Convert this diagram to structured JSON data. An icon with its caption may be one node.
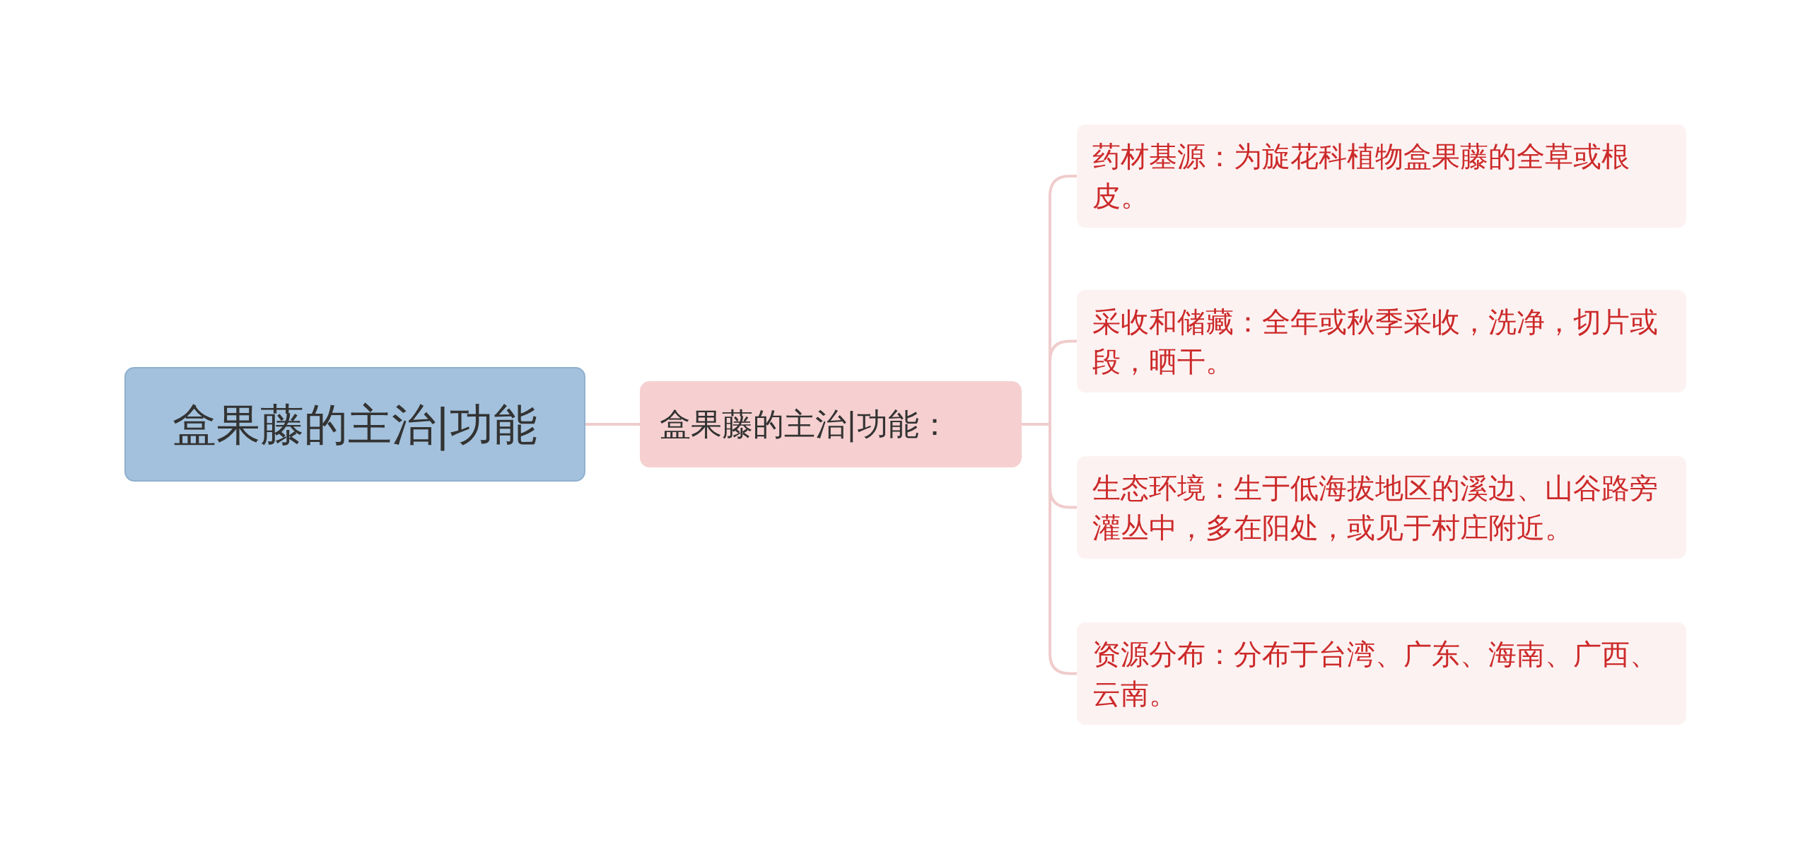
{
  "diagram": {
    "nodes": [
      {
        "text": [
          "盒果藤的主治|功能"
        ]
      },
      {
        "text": [
          "盒果藤的主治|功能："
        ]
      },
      {
        "text": [
          "药材基源：为旋花科植物盒果藤的全草或根皮。"
        ]
      },
      {
        "text": [
          "采收和储藏：全年或秋季采收，洗净，切片或段，晒干。"
        ]
      },
      {
        "text": [
          "生态环境：生于低海拔地区的溪边、山谷路旁灌丛中，多在阳处，或见于村庄附近。"
        ]
      },
      {
        "text": [
          "资源分布：分布于台湾、广东、海南、广西、云南。"
        ]
      }
    ],
    "edges": [
      {
        "from": 0,
        "to": 1,
        "arrow": "none"
      },
      {
        "from": 1,
        "to": 2,
        "arrow": "none"
      },
      {
        "from": 1,
        "to": 3,
        "arrow": "none"
      },
      {
        "from": 1,
        "to": 4,
        "arrow": "none"
      },
      {
        "from": 1,
        "to": 5,
        "arrow": "none"
      }
    ]
  }
}
